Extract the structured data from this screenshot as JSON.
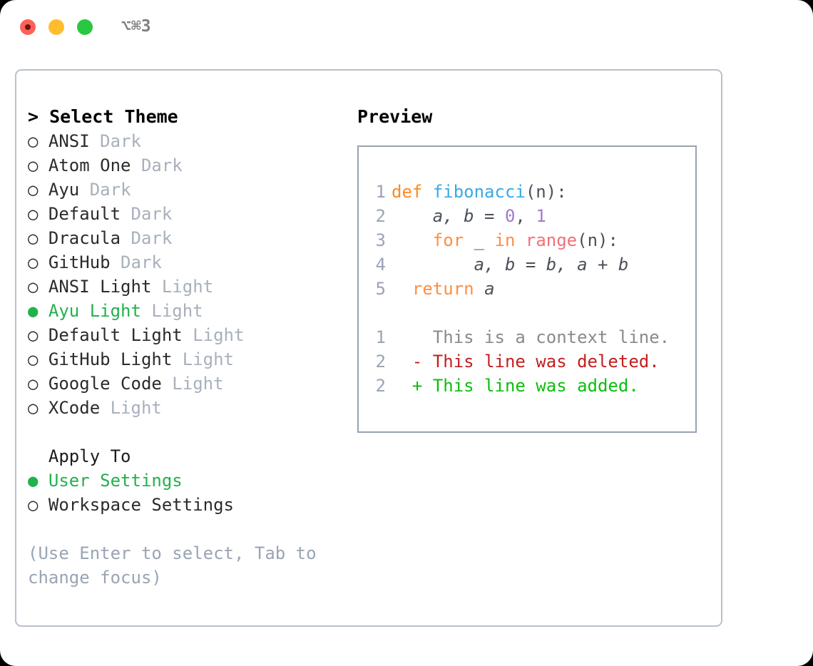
{
  "window": {
    "shortcut_label": "⌥⌘3",
    "traffic_lights": [
      {
        "name": "close",
        "color": "#ff6159"
      },
      {
        "name": "minimize",
        "color": "#ffbd2e"
      },
      {
        "name": "maximize",
        "color": "#28c840"
      }
    ]
  },
  "left": {
    "title": "> Select Theme",
    "themes": [
      {
        "marker": "○ ",
        "name": "ANSI",
        "variant": " Dark",
        "selected": false
      },
      {
        "marker": "○ ",
        "name": "Atom One",
        "variant": " Dark",
        "selected": false
      },
      {
        "marker": "○ ",
        "name": "Ayu",
        "variant": " Dark",
        "selected": false
      },
      {
        "marker": "○ ",
        "name": "Default",
        "variant": " Dark",
        "selected": false
      },
      {
        "marker": "○ ",
        "name": "Dracula",
        "variant": " Dark",
        "selected": false
      },
      {
        "marker": "○ ",
        "name": "GitHub",
        "variant": " Dark",
        "selected": false
      },
      {
        "marker": "○ ",
        "name": "ANSI Light",
        "variant": " Light",
        "selected": false
      },
      {
        "marker": "● ",
        "name": "Ayu Light",
        "variant": " Light",
        "selected": true
      },
      {
        "marker": "○ ",
        "name": "Default Light",
        "variant": " Light",
        "selected": false
      },
      {
        "marker": "○ ",
        "name": "GitHub Light",
        "variant": " Light",
        "selected": false
      },
      {
        "marker": "○ ",
        "name": "Google Code",
        "variant": " Light",
        "selected": false
      },
      {
        "marker": "○ ",
        "name": "XCode",
        "variant": " Light",
        "selected": false
      }
    ],
    "apply_to_header": "  Apply To",
    "apply_to": [
      {
        "marker": "● ",
        "name": "User Settings",
        "selected": true
      },
      {
        "marker": "○ ",
        "name": "Workspace Settings",
        "selected": false
      }
    ],
    "hint": "(Use Enter to select, Tab to change focus)"
  },
  "right": {
    "title": "Preview",
    "code_lines": [
      {
        "num": "1",
        "tokens": [
          {
            "t": "def",
            "c": "kw"
          },
          {
            "t": " ",
            "c": "pl"
          },
          {
            "t": "fibonacci",
            "c": "fn"
          },
          {
            "t": "(n):",
            "c": "pl"
          }
        ]
      },
      {
        "num": "2",
        "tokens": [
          {
            "t": "    ",
            "c": "pl"
          },
          {
            "t": "a, b ",
            "c": "var"
          },
          {
            "t": "= ",
            "c": "pl"
          },
          {
            "t": "0",
            "c": "num"
          },
          {
            "t": ", ",
            "c": "pl"
          },
          {
            "t": "1",
            "c": "num"
          }
        ]
      },
      {
        "num": "3",
        "tokens": [
          {
            "t": "    ",
            "c": "pl"
          },
          {
            "t": "for",
            "c": "kw2"
          },
          {
            "t": " _ ",
            "c": "pl"
          },
          {
            "t": "in",
            "c": "kw2"
          },
          {
            "t": " ",
            "c": "pl"
          },
          {
            "t": "range",
            "c": "bi"
          },
          {
            "t": "(n):",
            "c": "pl"
          }
        ]
      },
      {
        "num": "4",
        "tokens": [
          {
            "t": "        ",
            "c": "pl"
          },
          {
            "t": "a, b ",
            "c": "var"
          },
          {
            "t": "= ",
            "c": "pl"
          },
          {
            "t": "b, a + b",
            "c": "var"
          }
        ]
      },
      {
        "num": "5",
        "tokens": [
          {
            "t": "  ",
            "c": "pl"
          },
          {
            "t": "return",
            "c": "kw2"
          },
          {
            "t": " ",
            "c": "pl"
          },
          {
            "t": "a",
            "c": "var"
          }
        ]
      }
    ],
    "diff_lines": [
      {
        "num": "1",
        "prefix": "  ",
        "text": "  This is a context line.",
        "kind": "ctx"
      },
      {
        "num": "2",
        "prefix": "  ",
        "text": "- This line was deleted.",
        "kind": "del"
      },
      {
        "num": "2",
        "prefix": "  ",
        "text": "+ This line was added.",
        "kind": "add"
      }
    ]
  }
}
